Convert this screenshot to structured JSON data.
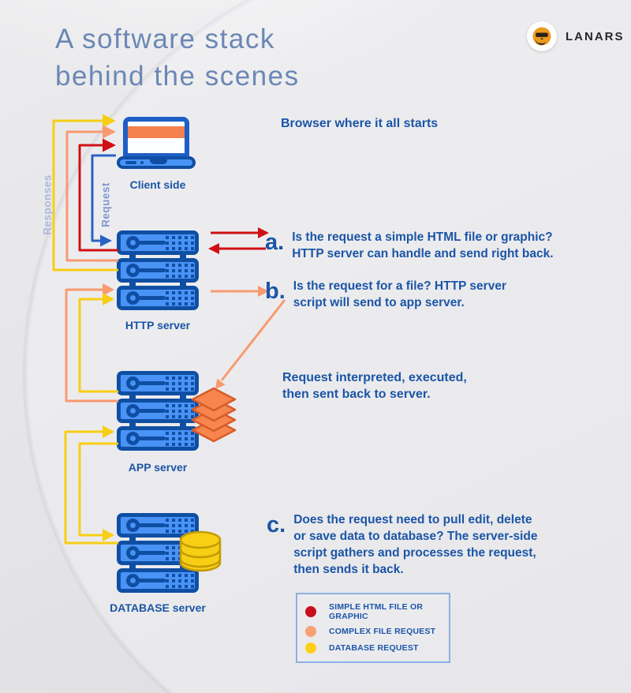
{
  "page": {
    "title_lines": [
      "A software stack",
      "behind the scenes"
    ]
  },
  "brand": {
    "name": "LANARS"
  },
  "palette": {
    "text_blue": "#1b55a6",
    "title_blue": "#6b87b5",
    "server_fill": "#4a93f6",
    "server_outline": "#0f4fa3",
    "red": "#cf1016",
    "orange": "#f89a70",
    "yellow": "#f8ce15",
    "request_blue": "#2a63c4",
    "background": "#e6e6e8"
  },
  "flow_labels": {
    "responses": "Responses",
    "request": "Request"
  },
  "nodes": {
    "client": {
      "label": "Client side",
      "note": "Browser where it all starts"
    },
    "http": {
      "label": "HTTP server"
    },
    "app": {
      "label": "APP server",
      "note": "Request interpreted, executed,\nthen sent back to server."
    },
    "database": {
      "label": "DATABASE server"
    }
  },
  "steps": [
    {
      "letter": "a.",
      "text": "Is the request a simple HTML file or graphic?\nHTTP server can handle and send right back."
    },
    {
      "letter": "b.",
      "text": "Is the request for a file? HTTP server\nscript will send to app server."
    },
    {
      "letter": "c.",
      "text": "Does the request need to pull edit, delete\nor save data to database? The server-side\nscript gathers and processes the request,\nthen sends it back."
    }
  ],
  "legend": {
    "items": [
      {
        "color": "#c90f1e",
        "label": "SIMPLE HTML FILE OR GRAPHIC"
      },
      {
        "color": "#f9a173",
        "label": "COMPLEX FILE REQUEST"
      },
      {
        "color": "#fdd018",
        "label": "DATABASE REQUEST"
      }
    ]
  }
}
